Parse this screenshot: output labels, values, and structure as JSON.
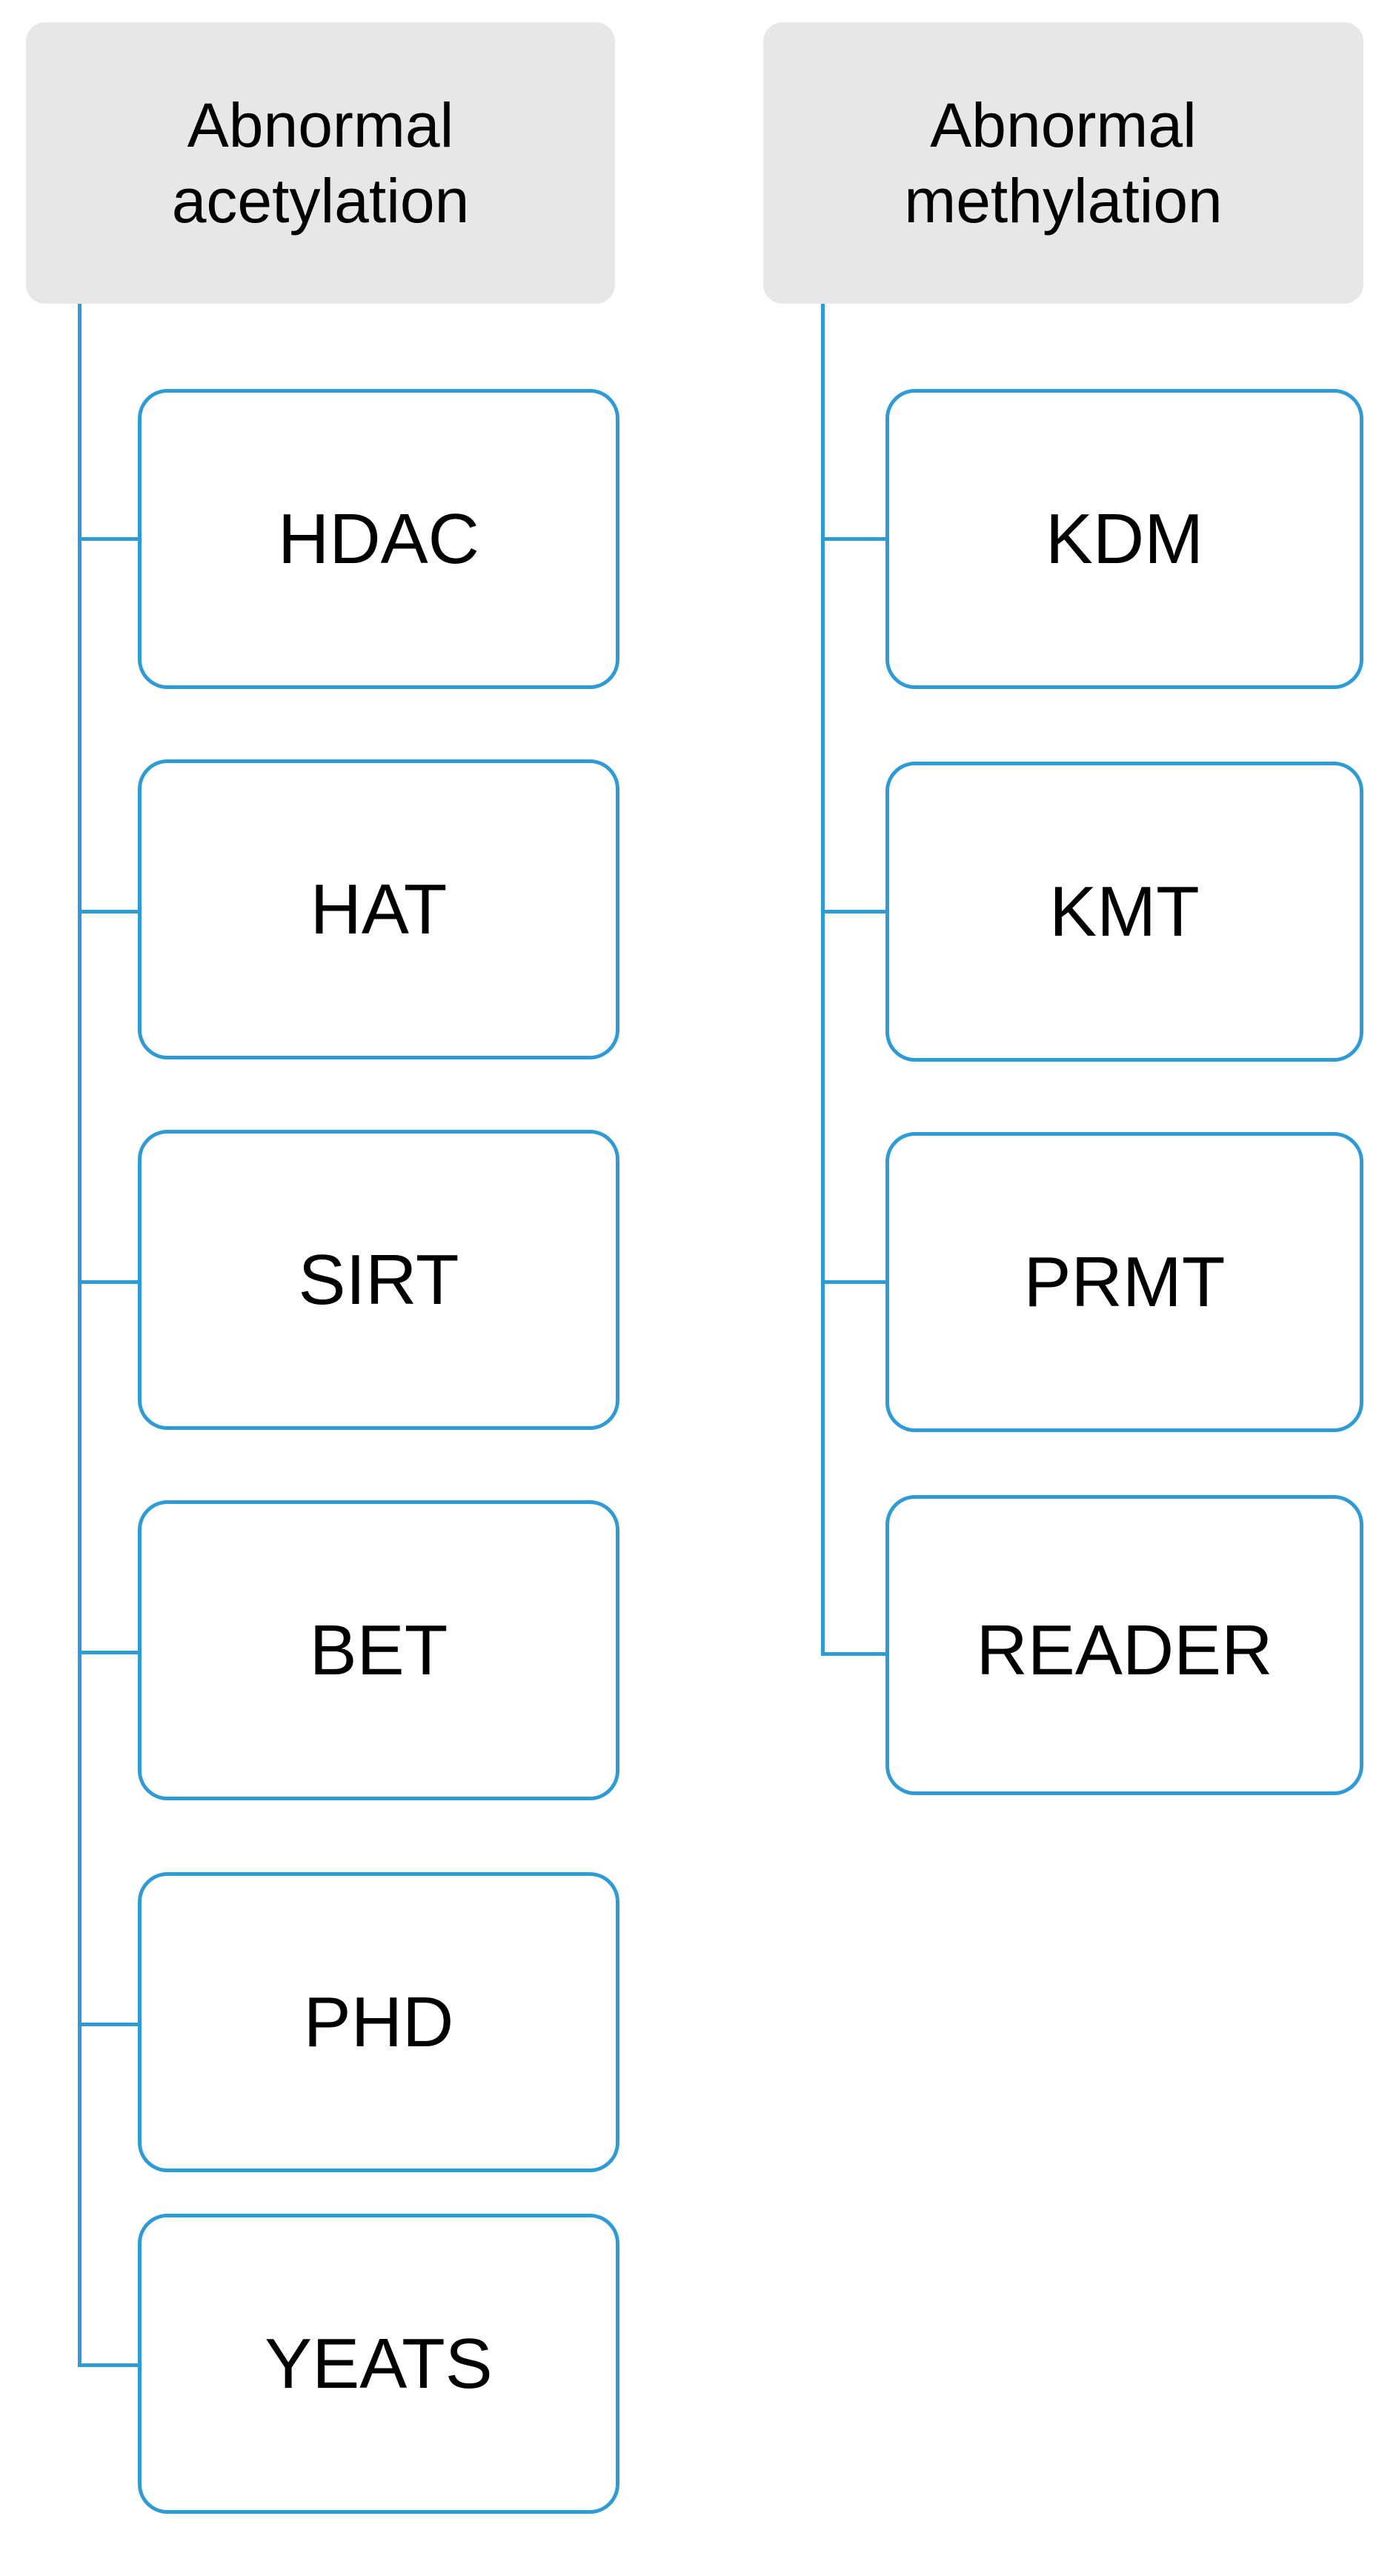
{
  "diagram": {
    "type": "tree",
    "orientation": "horizontal-branches",
    "accent_color": "#2E9BD6",
    "header_background": "#E7E7E7",
    "node_background": "#FFFFFF",
    "text_color": "#000000",
    "background": "#FFFFFF",
    "columns": [
      {
        "id": "acetylation",
        "header": {
          "line1": "Abnormal",
          "line2": "acetylation"
        },
        "nodes": [
          {
            "label": "HDAC"
          },
          {
            "label": "HAT"
          },
          {
            "label": "SIRT"
          },
          {
            "label": "BET"
          },
          {
            "label": "PHD"
          },
          {
            "label": "YEATS"
          }
        ]
      },
      {
        "id": "methylation",
        "header": {
          "line1": "Abnormal",
          "line2": "methylation"
        },
        "nodes": [
          {
            "label": "KDM"
          },
          {
            "label": "KMT"
          },
          {
            "label": "PRMT"
          },
          {
            "label": "READER"
          }
        ]
      }
    ]
  }
}
